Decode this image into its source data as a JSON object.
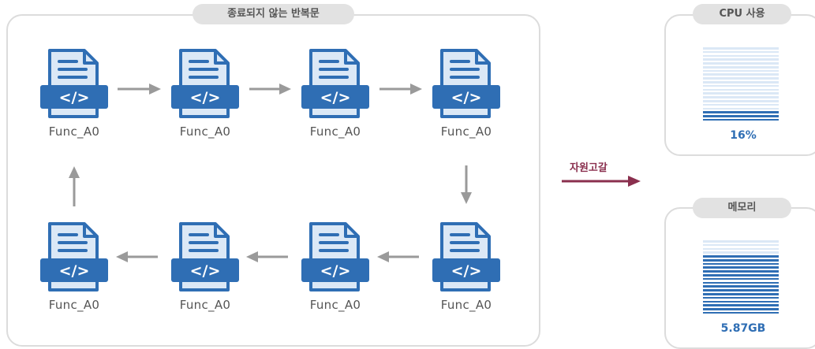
{
  "loop_panel": {
    "title": "종료되지 않는 반복문",
    "nodes": [
      {
        "label": "Func_A0",
        "code_symbol": "</>"
      },
      {
        "label": "Func_A0",
        "code_symbol": "</>"
      },
      {
        "label": "Func_A0",
        "code_symbol": "</>"
      },
      {
        "label": "Func_A0",
        "code_symbol": "</>"
      },
      {
        "label": "Func_A0",
        "code_symbol": "</>"
      },
      {
        "label": "Func_A0",
        "code_symbol": "</>"
      },
      {
        "label": "Func_A0",
        "code_symbol": "</>"
      },
      {
        "label": "Func_A0",
        "code_symbol": "</>"
      }
    ]
  },
  "flow": {
    "label": "자원고갈"
  },
  "cpu": {
    "title": "CPU 사용",
    "value": "16%",
    "filled_fraction": 0.16
  },
  "memory": {
    "title": "메모리",
    "value": "5.87GB",
    "filled_fraction": 0.8
  },
  "colors": {
    "doc_fill": "#dbe8f6",
    "doc_stroke": "#2f6eb4",
    "doc_band": "#2f6eb4",
    "arrow": "#9a9a9a",
    "flow_arrow": "#8a2f4e",
    "bar_filled": "#2f6eb4",
    "bar_empty": "#dbe8f6"
  },
  "icons": {
    "node": "code-file-icon"
  }
}
